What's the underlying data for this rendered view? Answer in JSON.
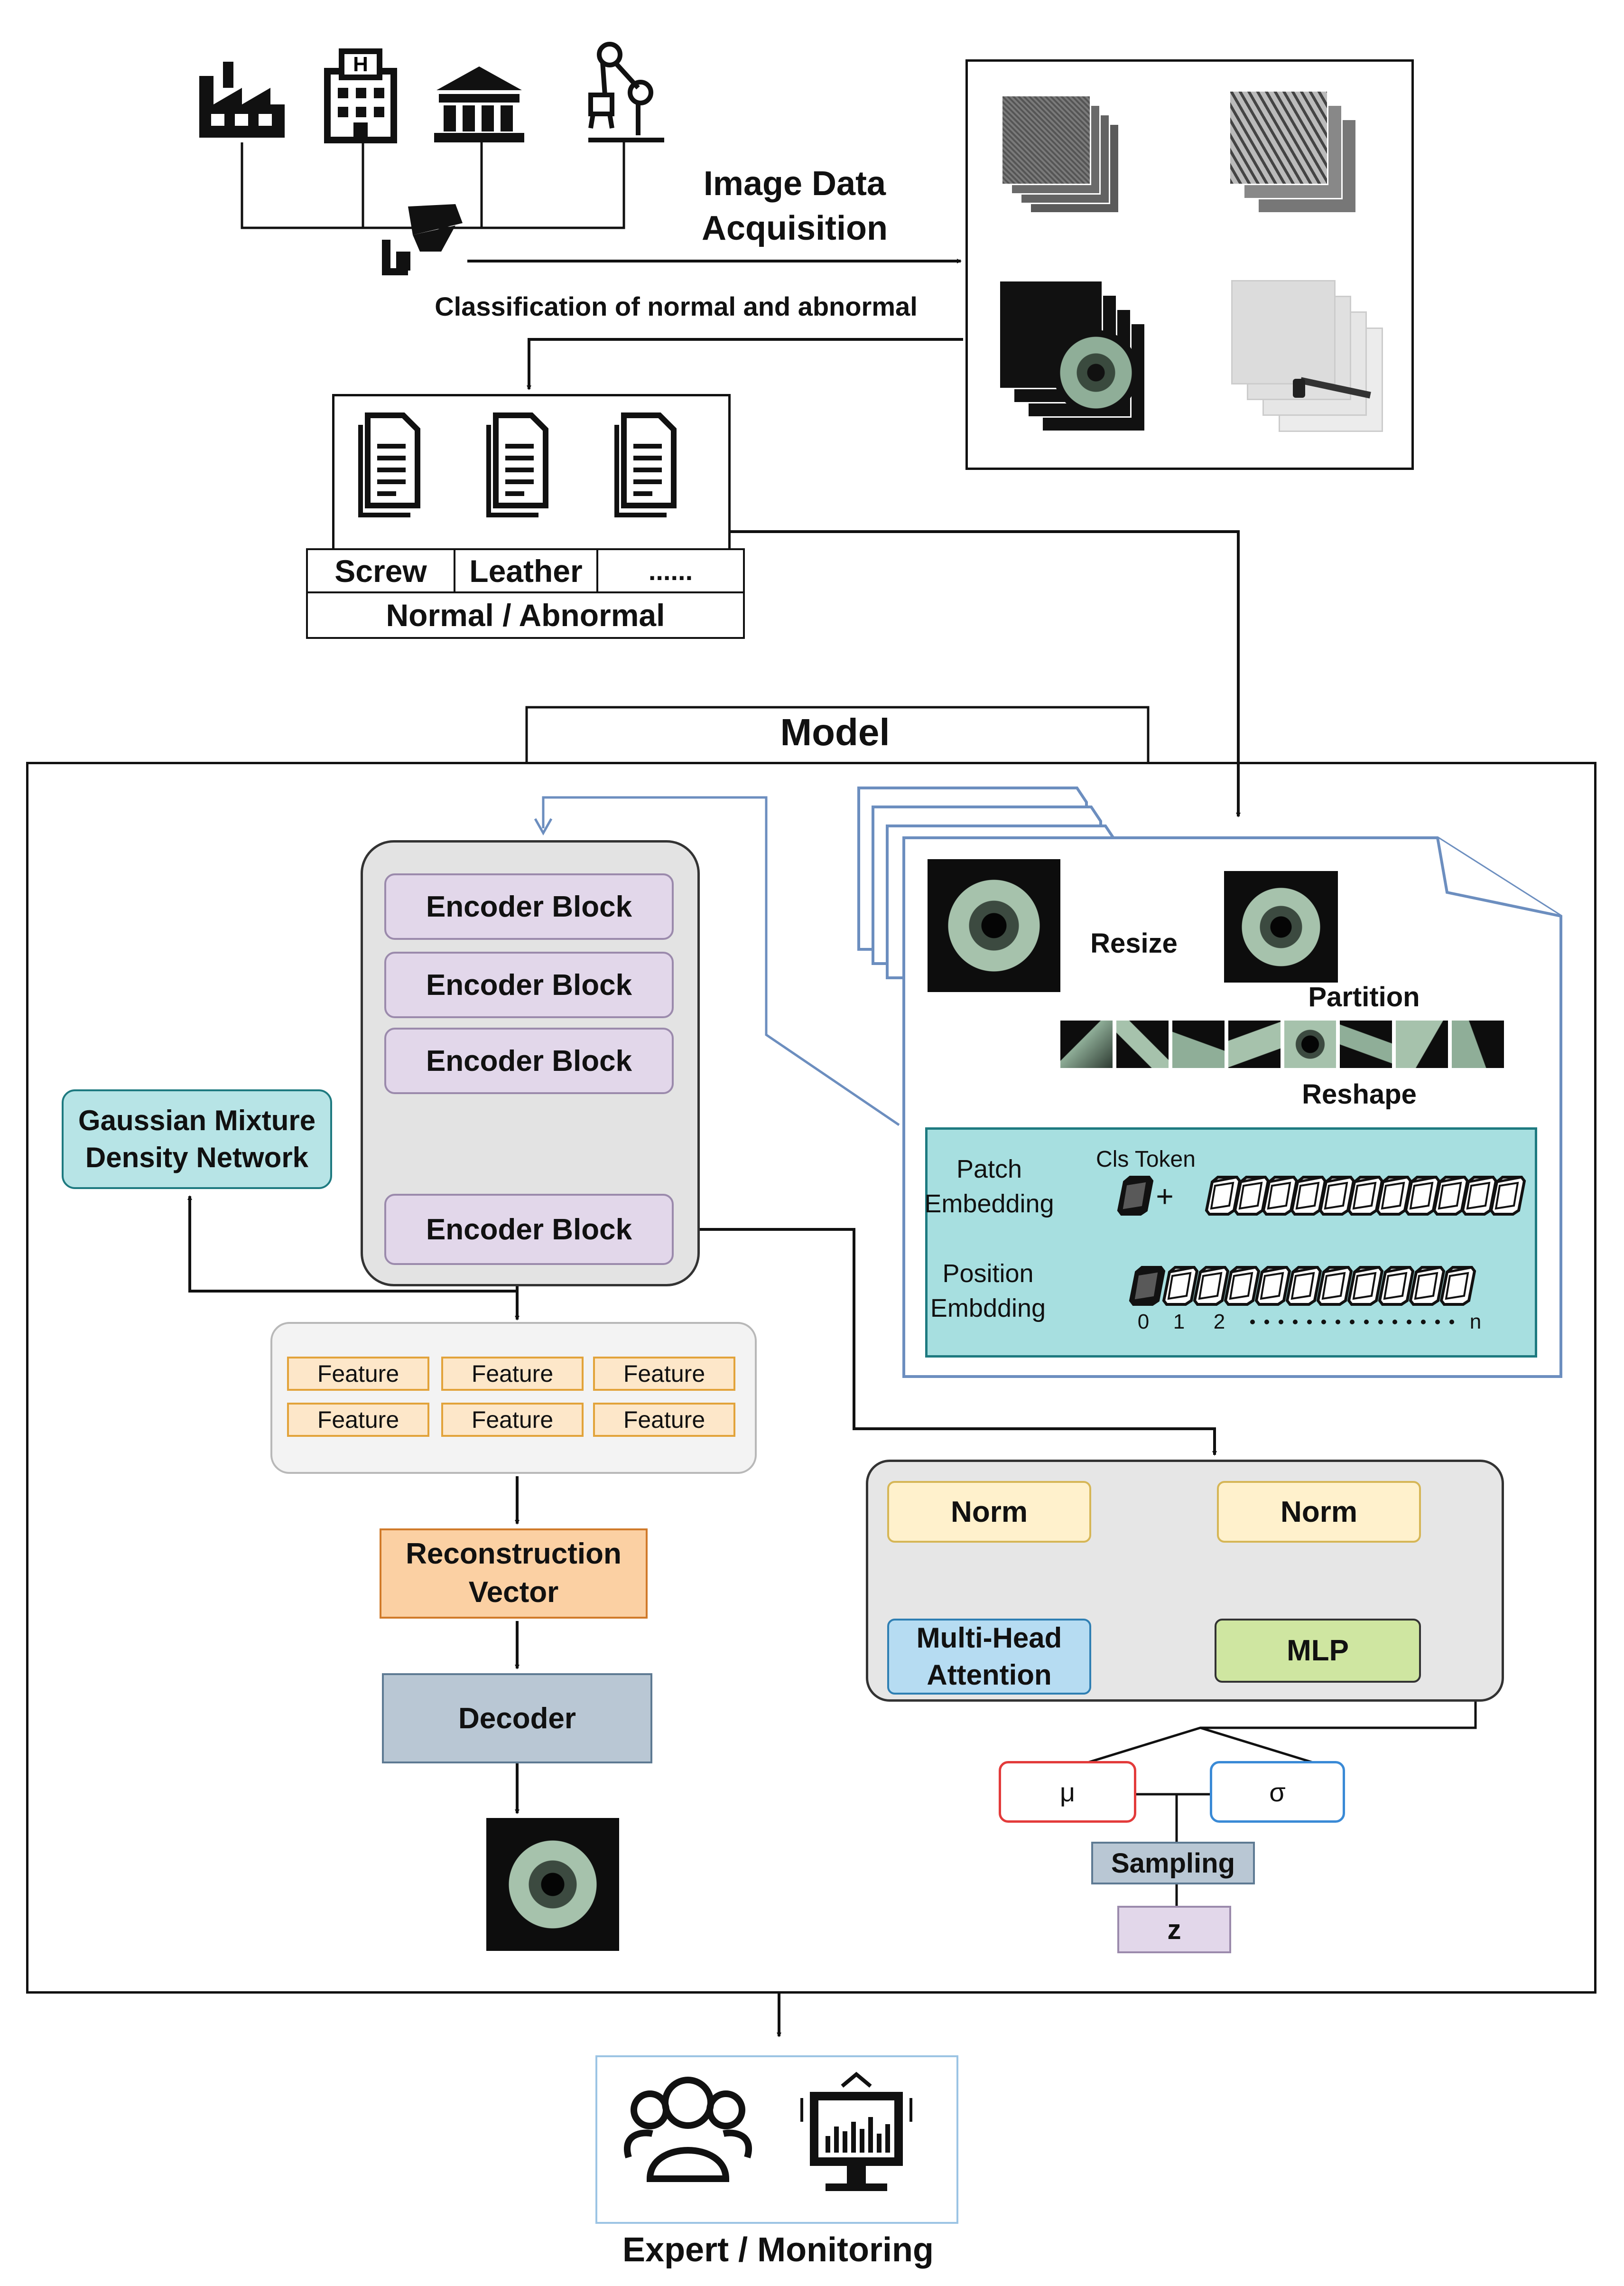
{
  "acquisition": {
    "title_line1": "Image Data",
    "title_line2": "Acquisition",
    "classification": "Classification of normal and abnormal"
  },
  "dataset": {
    "cells": [
      "Screw",
      "Leather",
      "......"
    ],
    "status": "Normal / Abnormal"
  },
  "model": {
    "title": "Model",
    "encoder_blocks": [
      "Encoder Block",
      "Encoder Block",
      "Encoder Block",
      "Encoder Block"
    ],
    "gmdn_line1": "Gaussian Mixture",
    "gmdn_line2": "Density Network",
    "features": [
      "Feature",
      "Feature",
      "Feature",
      "Feature",
      "Feature",
      "Feature"
    ],
    "recon_line1": "Reconstruction",
    "recon_line2": "Vector",
    "decoder": "Decoder"
  },
  "preprocess": {
    "resize": "Resize",
    "partition": "Partition",
    "reshape": "Reshape",
    "patch_line1": "Patch",
    "patch_line2": "Embedding",
    "cls_token": "Cls Token",
    "plus": "+",
    "position_line1": "Position",
    "position_line2": "Embdding",
    "index_0": "0",
    "index_1": "1",
    "index_2": "2",
    "index_n": "n"
  },
  "transformer": {
    "norm1": "Norm",
    "norm2": "Norm",
    "mha_line1": "Multi-Head",
    "mha_line2": "Attention",
    "mlp": "MLP",
    "mu": "μ",
    "sigma": "σ",
    "sampling": "Sampling",
    "z": "z"
  },
  "output": {
    "label": "Expert / Monitoring"
  },
  "colors": {
    "encoder_fill": "#e2d7ea",
    "feature_fill": "#fde7c9",
    "recon_fill": "#fbd0a3",
    "decoder_fill": "#b9c7d4",
    "gmdn_fill": "#b7e4e6",
    "norm_fill": "#fff1cc",
    "mha_fill": "#b6dcf2",
    "mlp_fill": "#cfe6a1",
    "mu_border": "#e33b3b",
    "sigma_border": "#3a8ad6",
    "patch_fill": "#a7dfe0",
    "arrow_blue": "#6c8ebf"
  }
}
